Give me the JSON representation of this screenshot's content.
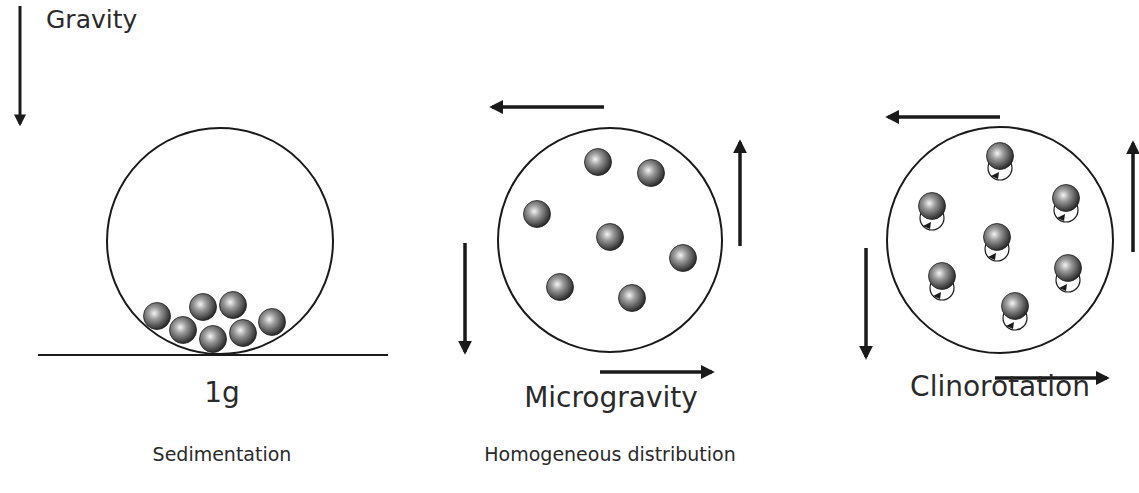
{
  "diagram": {
    "labels": [
      "Gravity",
      "1g",
      "Microgravity",
      "Clinorotation",
      "Sedimentation",
      "Homogeneous distribution"
    ]
  }
}
